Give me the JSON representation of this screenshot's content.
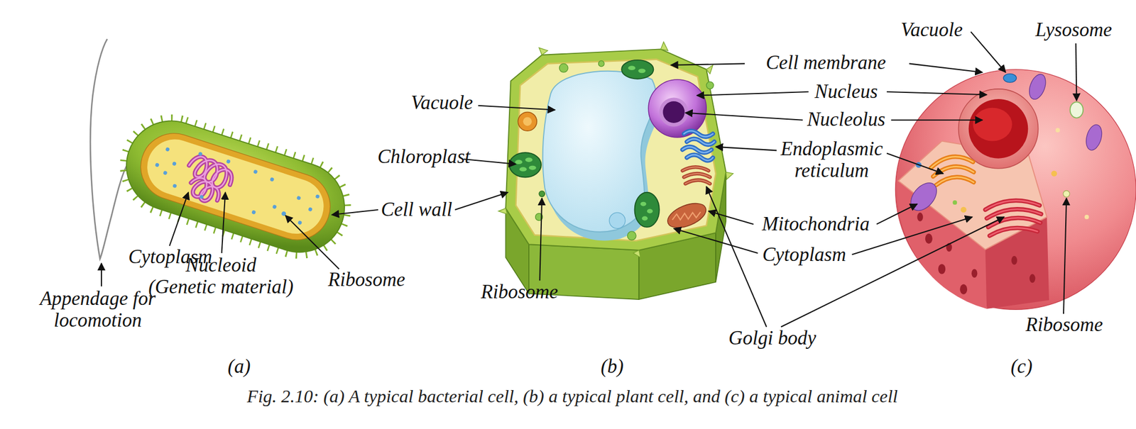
{
  "diagram": {
    "caption": "Fig. 2.10: (a) A typical bacterial cell, (b) a typical plant cell, and (c) a typical animal cell",
    "labels": [
      "Appendage for locomotion",
      "Cytoplasm",
      "Nucleoid (Genetic material)",
      "Ribosome",
      "Cell wall",
      "Vacuole",
      "Chloroplast",
      "Ribosome",
      "Cell membrane",
      "Nucleus",
      "Nucleolus",
      "Endoplasmic reticulum",
      "Mitochondria",
      "Cytoplasm",
      "Golgi body",
      "Vacuole",
      "Lysosome",
      "Ribosome",
      "(a)",
      "(b)",
      "(c)"
    ]
  }
}
